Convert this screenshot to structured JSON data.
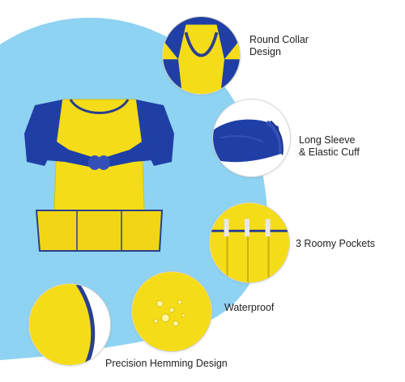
{
  "colors": {
    "background": "#ffffff",
    "blob": "#8fd3f2",
    "smock_yellow": "#f5dc18",
    "smock_blue": "#1f3fa6",
    "trim_blue": "#2a3f8f",
    "callout_border": "#d0d0d0"
  },
  "product": {
    "name_icon": "art-smock-image"
  },
  "features": [
    {
      "label_lines": [
        "Round Collar",
        "Design"
      ],
      "icon": "collar-closeup"
    },
    {
      "label_lines": [
        "Long Sleeve",
        "& Elastic Cuff"
      ],
      "icon": "sleeve-cuff-closeup"
    },
    {
      "label_lines": [
        "3 Roomy Pockets"
      ],
      "icon": "pockets-closeup"
    },
    {
      "label_lines": [
        "Waterproof"
      ],
      "icon": "water-droplets-closeup"
    },
    {
      "label_lines": [
        "Precision Hemming Design"
      ],
      "icon": "hem-closeup"
    }
  ]
}
